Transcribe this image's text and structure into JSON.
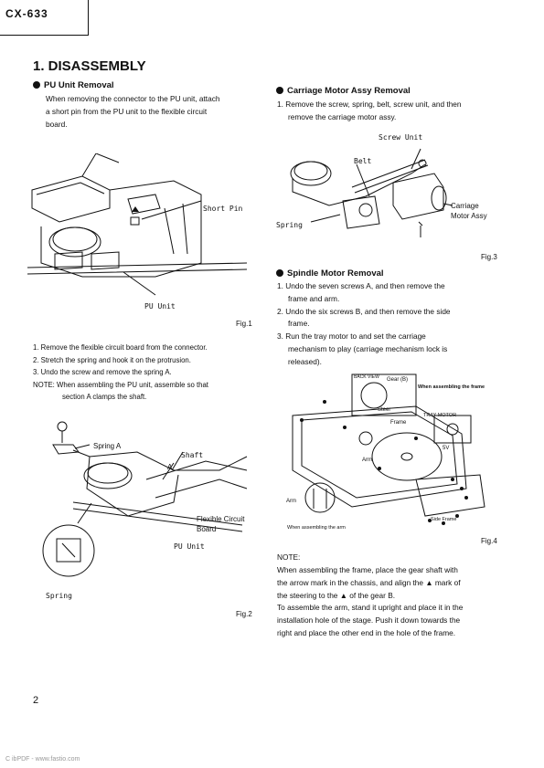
{
  "header": {
    "model": "CX-633"
  },
  "title": "1. DISASSEMBLY",
  "pu_section": {
    "heading": "PU Unit Removal",
    "intro": [
      "When removing the connector to the PU unit, attach",
      "a short pin from the PU unit to the flexible circuit",
      "board."
    ],
    "fig1": {
      "label_short_pin": "Short Pin",
      "label_pu_unit": "PU Unit",
      "caption": "Fig.1"
    },
    "steps": [
      "1. Remove the flexible circuit board from the connector.",
      "2. Stretch the spring and hook it on the protrusion.",
      "3. Undo the screw and remove the spring A."
    ],
    "note_line1": "NOTE: When assembling the PU unit, assemble so that",
    "note_line2": "section A clamps the shaft.",
    "fig2": {
      "label_spring_a": "Spring A",
      "label_shaft": "Shaft",
      "label_a": "A",
      "label_fcb_1": "Flexible Circuit",
      "label_fcb_2": "Board",
      "label_pu_unit": "PU Unit",
      "label_spring": "Spring",
      "caption": "Fig.2"
    }
  },
  "carriage_section": {
    "heading": "Carriage Motor Assy Removal",
    "step_1a": "1. Remove the screw, spring, belt, screw unit, and then",
    "step_1b": "remove the carriage motor assy.",
    "fig3": {
      "label_screw_unit": "Screw Unit",
      "label_belt": "Belt",
      "label_carriage_1": "Carriage",
      "label_carriage_2": "Motor Assy",
      "label_spring": "Spring",
      "caption": "Fig.3"
    }
  },
  "spindle_section": {
    "heading": "Spindle Motor Removal",
    "steps": [
      [
        "1. Undo the seven screws A, and then remove the",
        "frame and arm."
      ],
      [
        "2. Undo the six screws B, and then remove the side",
        "frame."
      ],
      [
        "3. Run the tray motor to and set the carriage",
        "mechanism to play (carriage mechanism lock is",
        "released)."
      ]
    ],
    "fig4": {
      "label_back_view": "BACK VIEW",
      "label_gear_b": "Gear (B)",
      "label_steer": "Steer",
      "label_when_frame": "When assembling the frame",
      "label_frame": "Frame",
      "label_tray_motor": "TRAY MOTOR",
      "label_arm": "Arm",
      "label_side_frame": "Side Frame",
      "label_when_arm": "When assembling the arm",
      "label_5v": "5V",
      "caption": "Fig.4"
    },
    "note_heading": "NOTE:",
    "note_lines": [
      "When assembling the frame, place the gear shaft with",
      "the arrow mark in the chassis, and align the ▲ mark of",
      "the steering to the ▲ of the gear B.",
      "To assemble the arm, stand it upright and place it in the",
      "installation hole of the stage. Push it down towards the",
      "right and place the other end in the hole of the frame."
    ]
  },
  "page_number": "2",
  "footer": "C ibPDF - www.fastio.com"
}
